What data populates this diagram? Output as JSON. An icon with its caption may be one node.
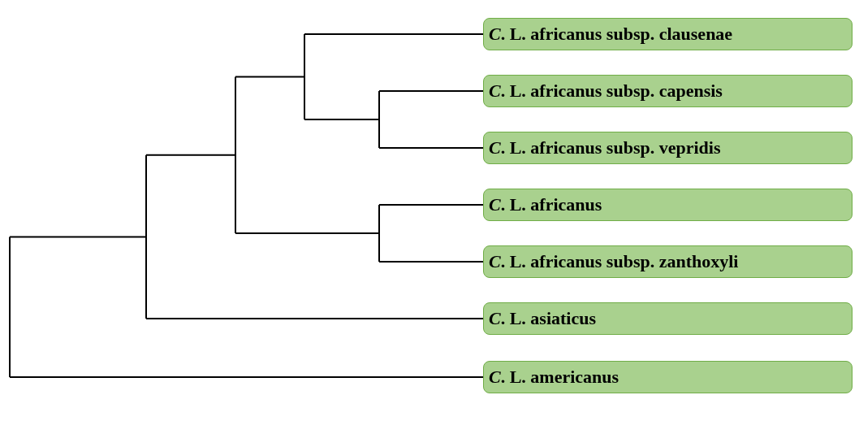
{
  "diagram": {
    "nodes": [
      {
        "text": [
          "*C*. L. africanus subsp. clausenae"
        ]
      },
      {
        "text": [
          "*C*. L. africanus subsp. capensis"
        ]
      },
      {
        "text": [
          "*C*. L. africanus subsp. vepridis"
        ]
      },
      {
        "text": [
          "*C*. L. africanus"
        ]
      },
      {
        "text": [
          "*C*. L. africanus subsp. zanthoxyli"
        ]
      },
      {
        "text": [
          "*C*. L. asiaticus"
        ]
      },
      {
        "text": [
          "*C*. L. americanus"
        ]
      }
    ],
    "edges": [
      {
        "from": null,
        "to": 0,
        "arrow": "none"
      },
      {
        "from": null,
        "to": 1,
        "arrow": "none"
      },
      {
        "from": null,
        "to": 2,
        "arrow": "none"
      },
      {
        "from": null,
        "to": 3,
        "arrow": "none"
      },
      {
        "from": null,
        "to": 4,
        "arrow": "none"
      },
      {
        "from": null,
        "to": 5,
        "arrow": "none"
      },
      {
        "from": null,
        "to": 6,
        "arrow": "none"
      }
    ]
  }
}
